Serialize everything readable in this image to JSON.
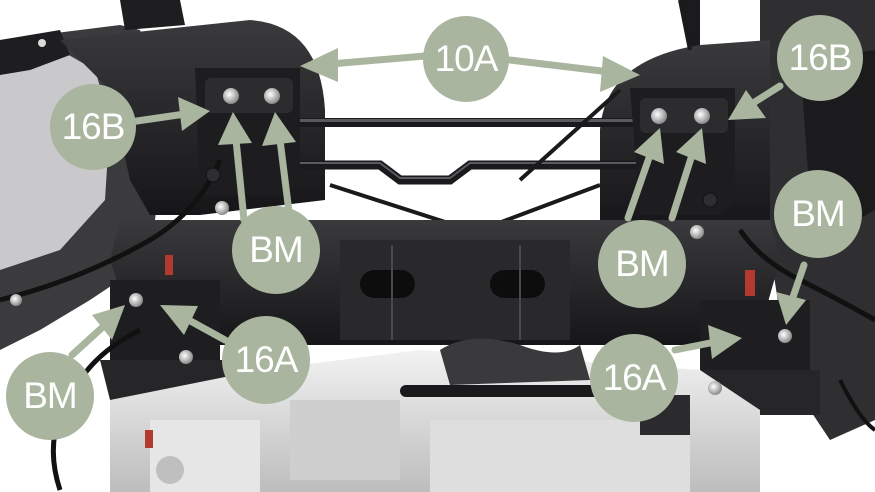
{
  "callouts": {
    "label_10a": "10A",
    "label_16b_left": "16B",
    "label_16b_right": "16B",
    "label_bm_left_center": "BM",
    "label_bm_right_center": "BM",
    "label_bm_bottom_left": "BM",
    "label_bm_far_right": "BM",
    "label_16a_left": "16A",
    "label_16a_right": "16A"
  },
  "colors": {
    "badge_fill": "#a9b59e",
    "badge_text": "#ffffff",
    "arrow": "#a9b59e",
    "part_dark": "#1c1c1e",
    "part_mid": "#2b2b2e",
    "screw": "#c8c8c8",
    "engine_silver": "#d9d9d9",
    "accent_red": "#b23a2e"
  }
}
